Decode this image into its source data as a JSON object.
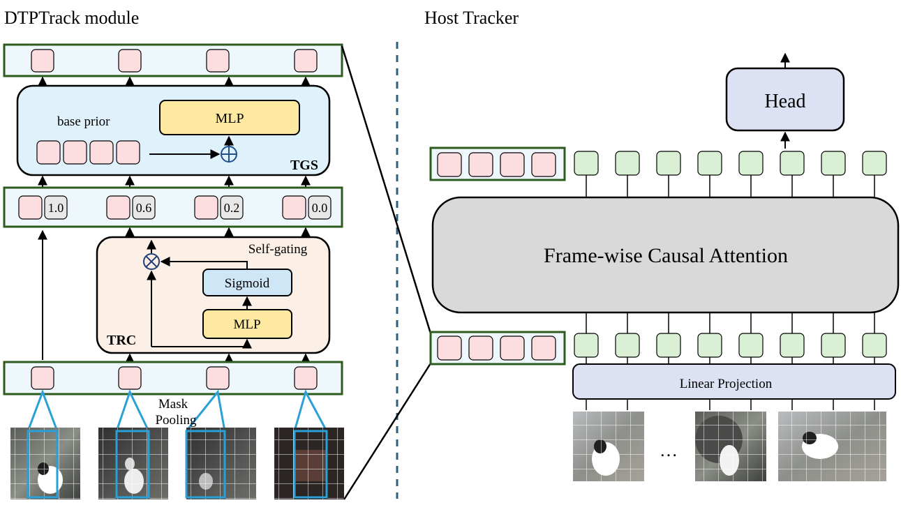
{
  "left_panel": {
    "title": "DTPTrack module",
    "tgs": {
      "label": "TGS",
      "base_prior_label": "base prior",
      "mlp_label": "MLP"
    },
    "gates": [
      {
        "value": "1.0"
      },
      {
        "value": "0.6"
      },
      {
        "value": "0.2"
      },
      {
        "value": "0.0"
      }
    ],
    "trc": {
      "label": "TRC",
      "self_gating_label": "Self-gating",
      "sigmoid_label": "Sigmoid",
      "mlp_label": "MLP"
    },
    "mask_pooling_line1": "Mask",
    "mask_pooling_line2": "Pooling"
  },
  "right_panel": {
    "title": "Host Tracker",
    "head_label": "Head",
    "attention_label": "Frame-wise Causal Attention",
    "projection_label": "Linear Projection",
    "ellipsis": "…"
  },
  "colors": {
    "token_pink": "#fcdde0",
    "token_green": "#d9f0d4",
    "container_green": "#2d5a1e",
    "tgs_fill": "#dff2fb",
    "trc_fill": "#fcefe6",
    "mlp_fill": "#fdeaa0",
    "sigmoid_fill": "#cfe6f6",
    "attention_fill": "#d9d9d9",
    "head_fill": "#dde1f4",
    "patch_outline": "#2aa0d8",
    "divider": "#2e5f7a"
  }
}
